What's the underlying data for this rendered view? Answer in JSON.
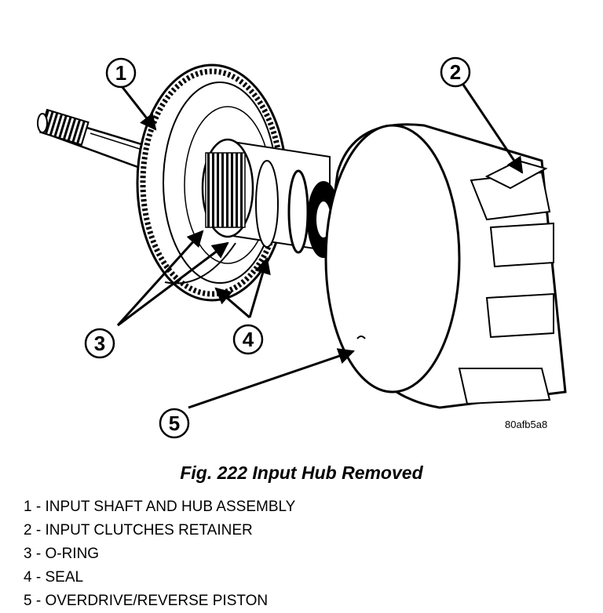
{
  "figure": {
    "code": "80afb5a8",
    "callouts": [
      "1",
      "2",
      "3",
      "4",
      "5"
    ]
  },
  "caption": "Fig. 222 Input Hub Removed",
  "legend": [
    {
      "number": "1",
      "text": "INPUT SHAFT AND HUB ASSEMBLY"
    },
    {
      "number": "2",
      "text": "INPUT CLUTCHES RETAINER"
    },
    {
      "number": "3",
      "text": "O-RING"
    },
    {
      "number": "4",
      "text": "SEAL"
    },
    {
      "number": "5",
      "text": "OVERDRIVE/REVERSE PISTON"
    }
  ]
}
